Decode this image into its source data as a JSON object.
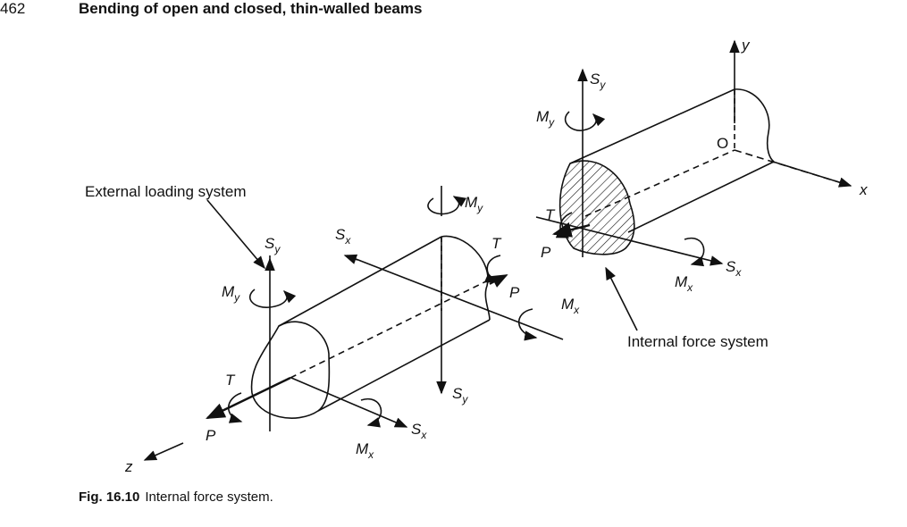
{
  "header": {
    "page_number": "462",
    "running_title": "Bending of open and closed, thin-walled beams"
  },
  "figure": {
    "axes": {
      "x": "x",
      "y": "y",
      "z": "z",
      "origin": "O"
    },
    "notes": {
      "external": "External loading system",
      "internal": "Internal force system"
    },
    "symbols": {
      "S": "S",
      "M": "M",
      "T": "T",
      "P": "P",
      "sub_x": "x",
      "sub_y": "y"
    }
  },
  "caption": {
    "label": "Fig. 16.10",
    "text": "Internal force system."
  }
}
